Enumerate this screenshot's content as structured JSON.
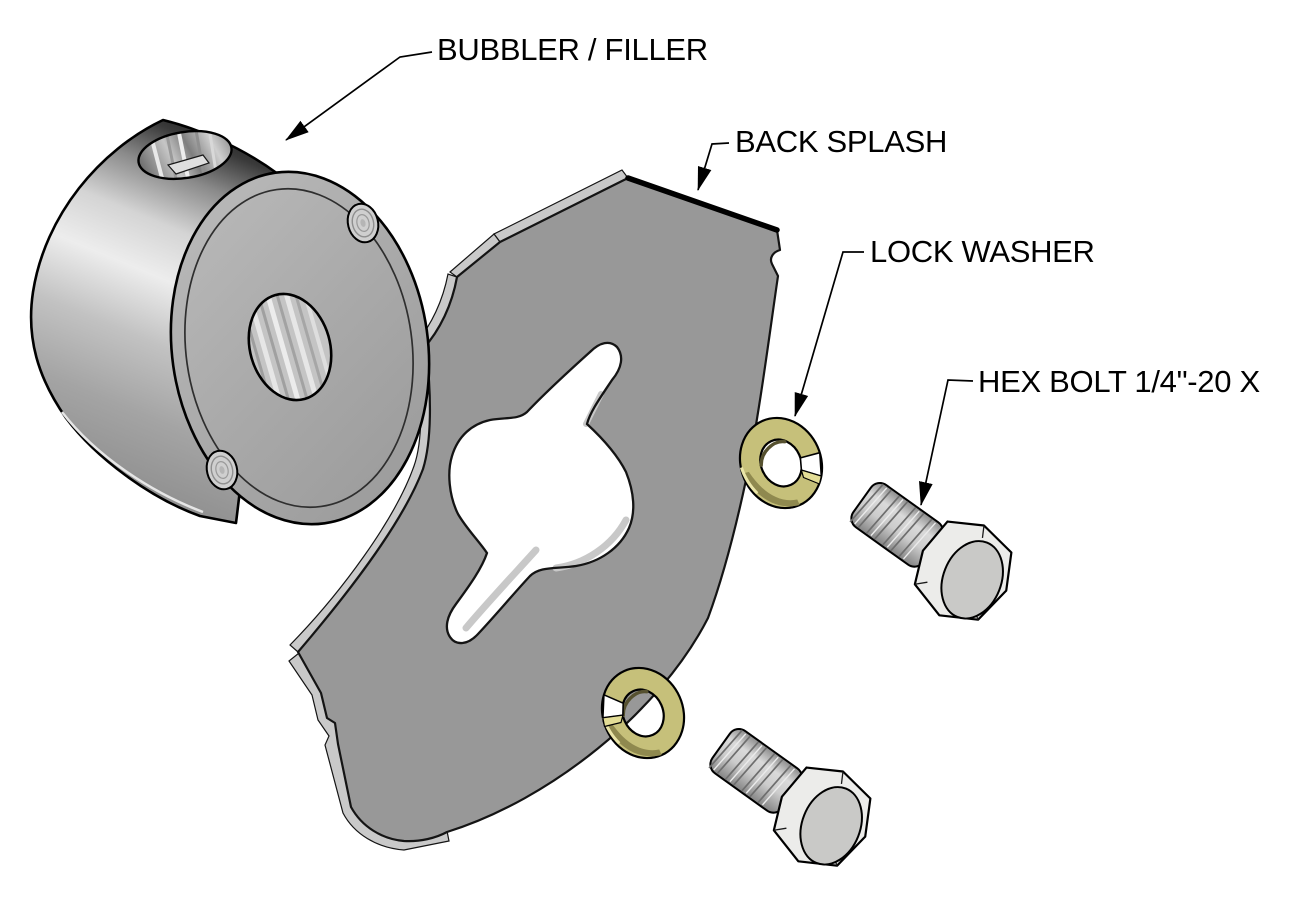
{
  "diagram": {
    "type": "exploded-assembly-drawing",
    "background": "#ffffff",
    "line_color": "#000000"
  },
  "callouts": [
    {
      "id": "bubbler-filler",
      "text": "BUBBLER / FILLER"
    },
    {
      "id": "back-splash",
      "text": "BACK SPLASH"
    },
    {
      "id": "lock-washer",
      "text": "LOCK WASHER"
    },
    {
      "id": "hex-bolt",
      "text": "HEX BOLT 1/4\"-20 X"
    }
  ],
  "parts": [
    {
      "id": "bubbler-filler-casting",
      "quantity": 1,
      "color": "#a8a8a8"
    },
    {
      "id": "back-splash-plate",
      "quantity": 1,
      "color": "#989898",
      "edge_color": "#c9c9c9"
    },
    {
      "id": "lock-washer",
      "quantity": 2,
      "color": "#c6c07a",
      "dark_color": "#8f894f"
    },
    {
      "id": "hex-bolt",
      "quantity": 2,
      "color": "#ececea",
      "thread_color": "#c4c4c4"
    }
  ]
}
